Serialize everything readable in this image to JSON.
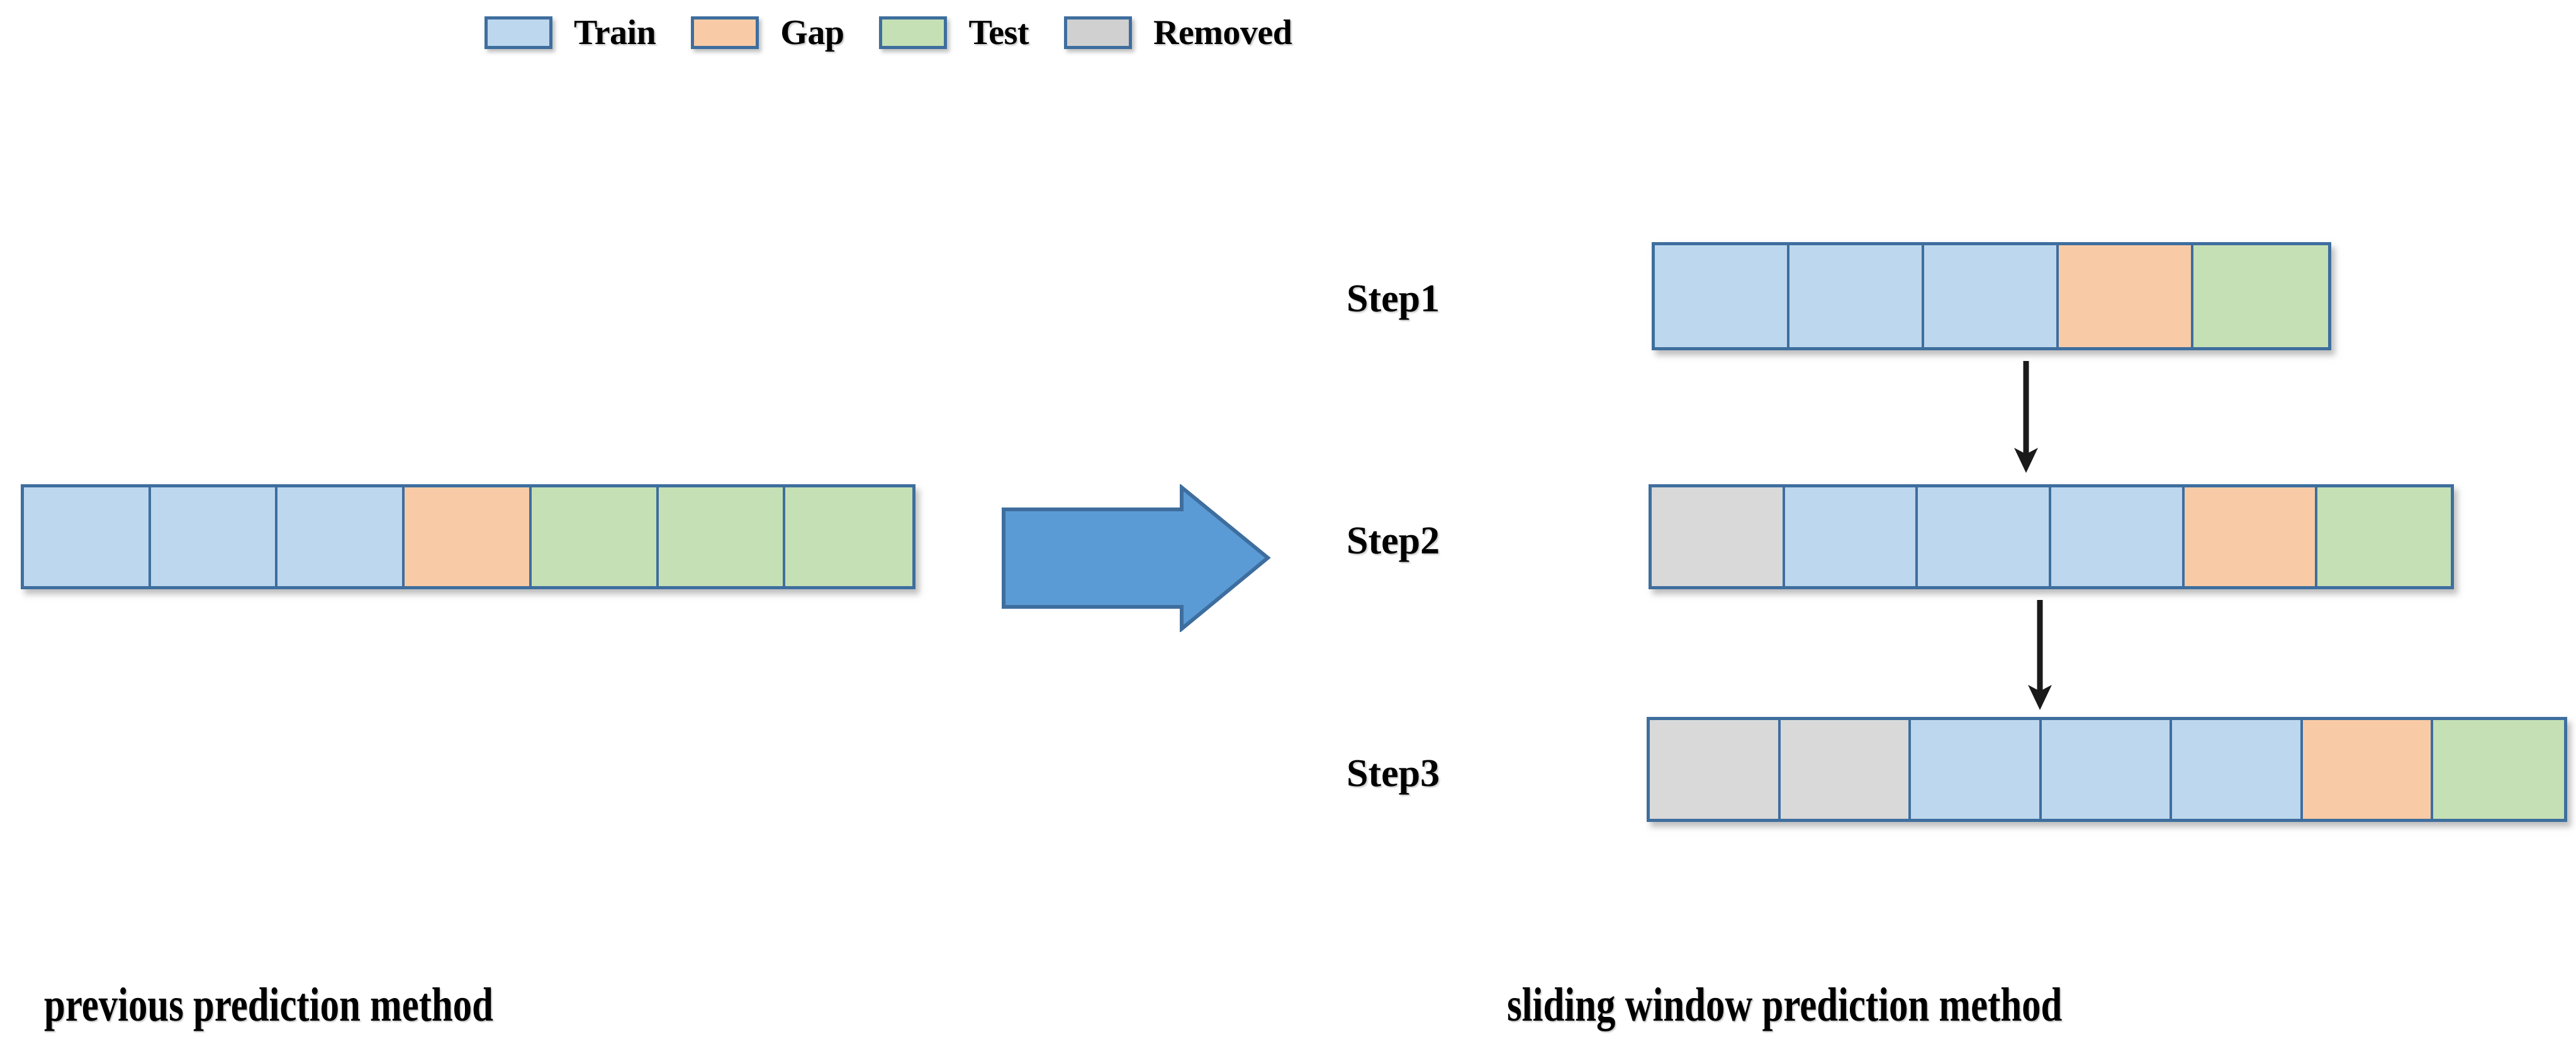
{
  "legend": {
    "items": [
      {
        "label": "Train",
        "color": "#BDD7EE",
        "swatch_name": "legend-swatch-train"
      },
      {
        "label": "Gap",
        "color": "#F8CBA6",
        "swatch_name": "legend-swatch-gap"
      },
      {
        "label": "Test",
        "color": "#C5E0B4",
        "swatch_name": "legend-swatch-test"
      },
      {
        "label": "Removed",
        "color": "#D0D0D0",
        "swatch_name": "legend-swatch-removed"
      }
    ]
  },
  "colors": {
    "train": "#BDD7EE",
    "gap": "#F8CBA6",
    "test": "#C5E0B4",
    "removed": "#D9D9D9",
    "border": "#3E6E9E",
    "big_arrow_fill": "#5B9BD5",
    "big_arrow_border": "#3E6E9E",
    "step_arrow": "#1A1A1A"
  },
  "left_panel": {
    "caption": "previous prediction method",
    "bar": {
      "name": "previous-method-bar",
      "cells": [
        "train",
        "train",
        "train",
        "gap",
        "test",
        "test",
        "test"
      ]
    }
  },
  "transition_arrow": {
    "name": "big-right-arrow"
  },
  "right_panel": {
    "caption": "sliding window prediction method",
    "steps": [
      {
        "label": "Step1",
        "bar_name": "step1-bar",
        "cells": [
          "train",
          "train",
          "train",
          "gap",
          "test"
        ]
      },
      {
        "label": "Step2",
        "bar_name": "step2-bar",
        "cells": [
          "removed",
          "train",
          "train",
          "train",
          "gap",
          "test"
        ]
      },
      {
        "label": "Step3",
        "bar_name": "step3-bar",
        "cells": [
          "removed",
          "removed",
          "train",
          "train",
          "train",
          "gap",
          "test"
        ]
      }
    ]
  }
}
